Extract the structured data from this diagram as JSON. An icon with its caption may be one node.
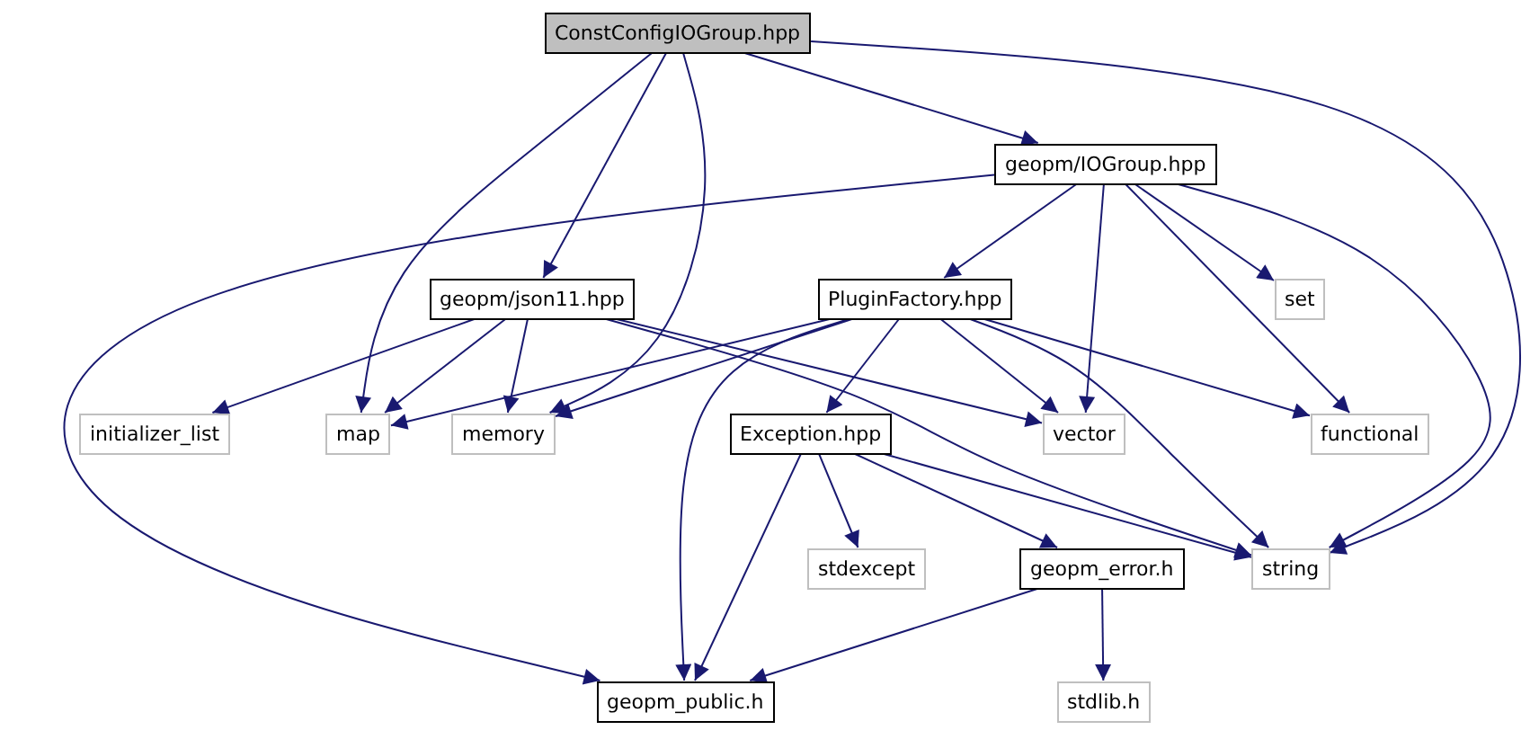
{
  "diagram": {
    "nodes": [
      {
        "text": [
          "ConstConfigIOGroup.hpp"
        ]
      },
      {
        "text": [
          "geopm/IOGroup.hpp"
        ]
      },
      {
        "text": [
          "geopm/json11.hpp"
        ]
      },
      {
        "text": [
          "PluginFactory.hpp"
        ]
      },
      {
        "text": [
          "set"
        ]
      },
      {
        "text": [
          "initializer_list"
        ]
      },
      {
        "text": [
          "map"
        ]
      },
      {
        "text": [
          "memory"
        ]
      },
      {
        "text": [
          "vector"
        ]
      },
      {
        "text": [
          "functional"
        ]
      },
      {
        "text": [
          "Exception.hpp"
        ]
      },
      {
        "text": [
          "stdexcept"
        ]
      },
      {
        "text": [
          "geopm_error.h"
        ]
      },
      {
        "text": [
          "string"
        ]
      },
      {
        "text": [
          "geopm_public.h"
        ]
      },
      {
        "text": [
          "stdlib.h"
        ]
      }
    ],
    "edges": [
      {
        "from": 0,
        "to": 1,
        "arrow": "to"
      },
      {
        "from": 0,
        "to": 2,
        "arrow": "to"
      },
      {
        "from": 0,
        "to": 6,
        "arrow": "to"
      },
      {
        "from": 0,
        "to": 7,
        "arrow": "to"
      },
      {
        "from": 0,
        "to": 13,
        "arrow": "to"
      },
      {
        "from": 1,
        "to": 14,
        "arrow": "to"
      },
      {
        "from": 1,
        "to": 3,
        "arrow": "to"
      },
      {
        "from": 1,
        "to": 4,
        "arrow": "to"
      },
      {
        "from": 1,
        "to": 8,
        "arrow": "to"
      },
      {
        "from": 1,
        "to": 9,
        "arrow": "to"
      },
      {
        "from": 1,
        "to": 13,
        "arrow": "to"
      },
      {
        "from": 2,
        "to": 5,
        "arrow": "to"
      },
      {
        "from": 2,
        "to": 6,
        "arrow": "to"
      },
      {
        "from": 2,
        "to": 7,
        "arrow": "to"
      },
      {
        "from": 2,
        "to": 8,
        "arrow": "to"
      },
      {
        "from": 2,
        "to": 13,
        "arrow": "to"
      },
      {
        "from": 3,
        "to": 6,
        "arrow": "to"
      },
      {
        "from": 3,
        "to": 7,
        "arrow": "to"
      },
      {
        "from": 3,
        "to": 8,
        "arrow": "to"
      },
      {
        "from": 3,
        "to": 9,
        "arrow": "to"
      },
      {
        "from": 3,
        "to": 10,
        "arrow": "to"
      },
      {
        "from": 3,
        "to": 13,
        "arrow": "to"
      },
      {
        "from": 3,
        "to": 14,
        "arrow": "to"
      },
      {
        "from": 10,
        "to": 11,
        "arrow": "to"
      },
      {
        "from": 10,
        "to": 12,
        "arrow": "to"
      },
      {
        "from": 10,
        "to": 13,
        "arrow": "to"
      },
      {
        "from": 10,
        "to": 14,
        "arrow": "to"
      },
      {
        "from": 12,
        "to": 14,
        "arrow": "to"
      },
      {
        "from": 12,
        "to": 15,
        "arrow": "to"
      }
    ]
  }
}
